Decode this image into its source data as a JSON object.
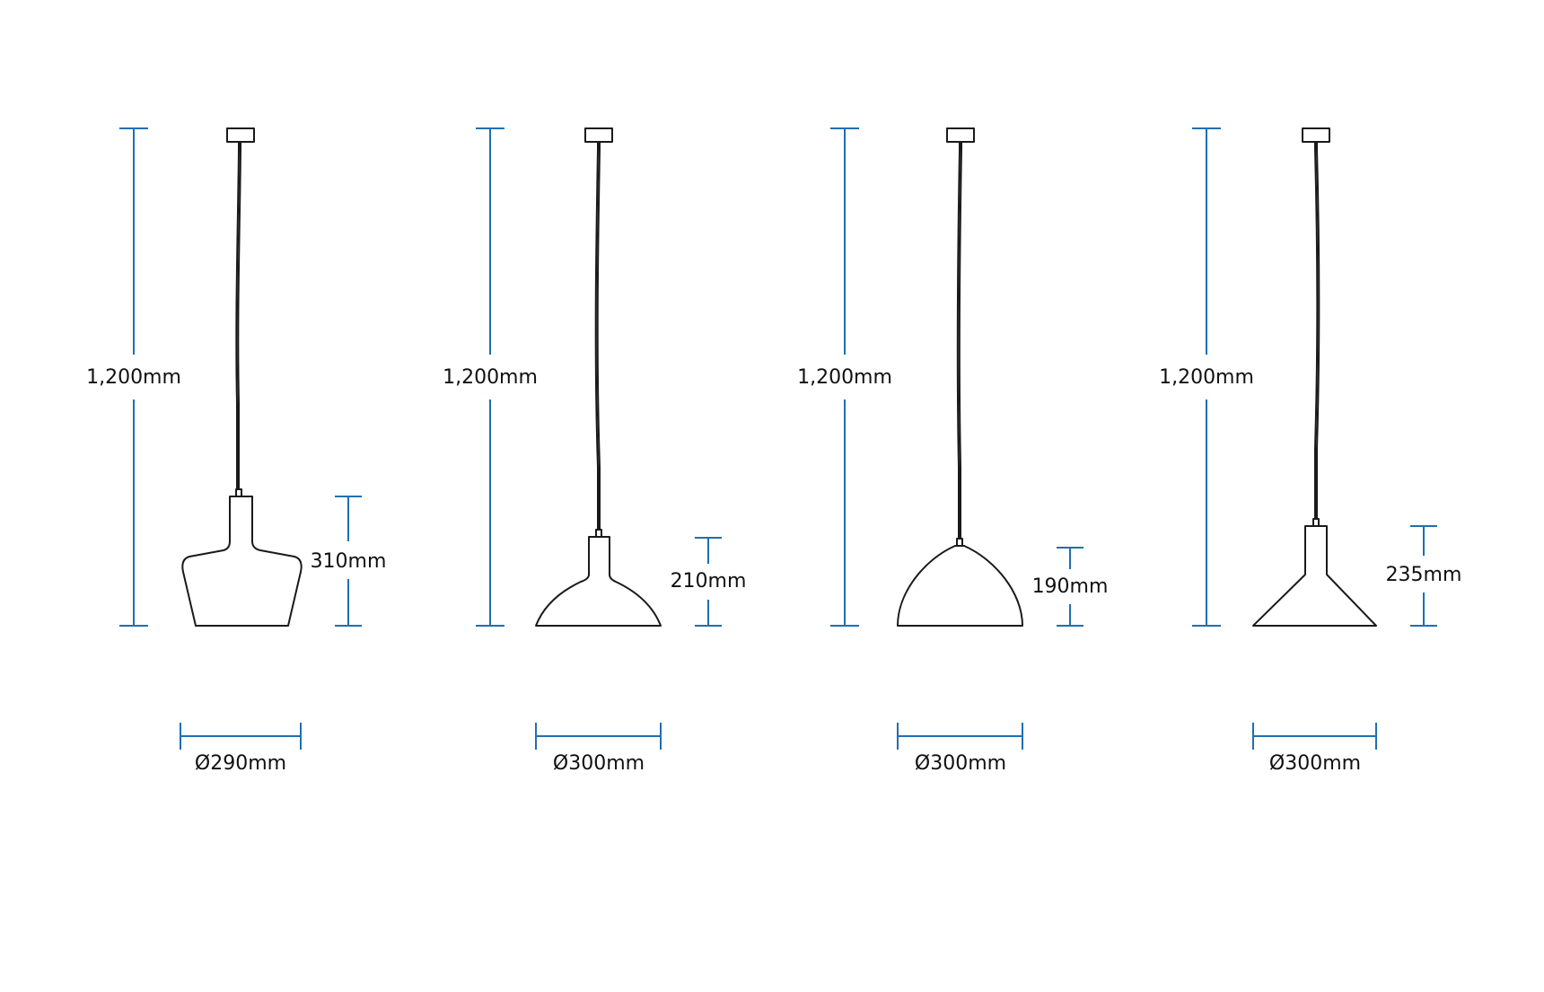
{
  "colors": {
    "dimension": "#1f6fb2",
    "outline": "#1a1a1a",
    "background": "#ffffff"
  },
  "lamps": [
    {
      "shape": "bottle",
      "cord_length_label": "1,200mm",
      "shade_height_label": "310mm",
      "diameter_label": "Ø290mm"
    },
    {
      "shape": "half-dome-with-neck",
      "cord_length_label": "1,200mm",
      "shade_height_label": "210mm",
      "diameter_label": "Ø300mm"
    },
    {
      "shape": "dome",
      "cord_length_label": "1,200mm",
      "shade_height_label": "190mm",
      "diameter_label": "Ø300mm"
    },
    {
      "shape": "cone-with-neck",
      "cord_length_label": "1,200mm",
      "shade_height_label": "235mm",
      "diameter_label": "Ø300mm"
    }
  ]
}
